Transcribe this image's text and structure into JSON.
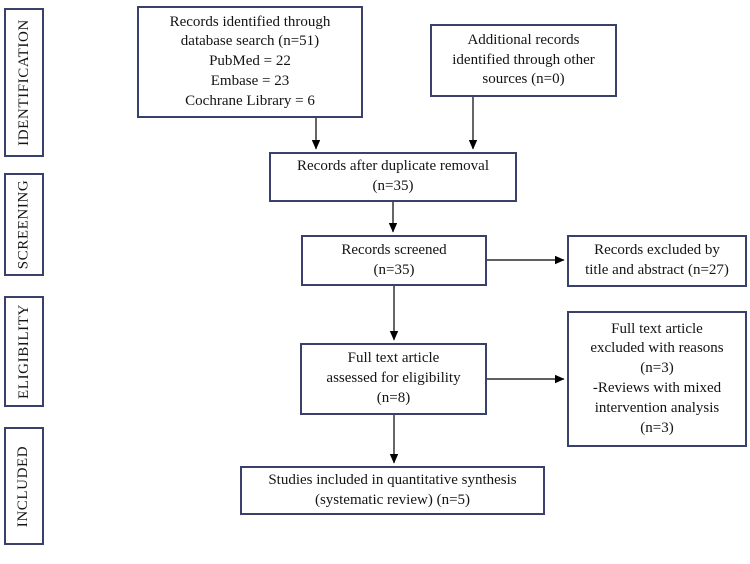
{
  "diagram_type": "prisma-flow",
  "colors": {
    "box_border": "#39406b",
    "arrow": "#000000",
    "text": "#141414",
    "background": "#ffffff"
  },
  "phases": [
    {
      "label": "IDENTIFICATION"
    },
    {
      "label": "SCREENING"
    },
    {
      "label": "ELIGIBILITY"
    },
    {
      "label": "INCLUDED"
    }
  ],
  "boxes": {
    "identified": {
      "text": "Records identified through\ndatabase search (n=51)\nPubMed = 22\nEmbase = 23\nCochrane Library = 6"
    },
    "additional": {
      "text": "Additional records\nidentified through other\nsources (n=0)"
    },
    "duplicates_removed": {
      "text": "Records after duplicate removal\n(n=35)"
    },
    "screened": {
      "text": "Records screened\n(n=35)"
    },
    "excluded_title_abstract": {
      "text": "Records excluded by\ntitle and abstract (n=27)"
    },
    "fulltext_assessed": {
      "text": "Full text article\nassessed for eligibility\n(n=8)"
    },
    "fulltext_excluded": {
      "text": "Full text article\nexcluded with reasons\n(n=3)\n-Reviews with mixed\nintervention analysis\n(n=3)"
    },
    "included_synthesis": {
      "text": "Studies included in quantitative synthesis\n(systematic review) (n=5)"
    }
  }
}
